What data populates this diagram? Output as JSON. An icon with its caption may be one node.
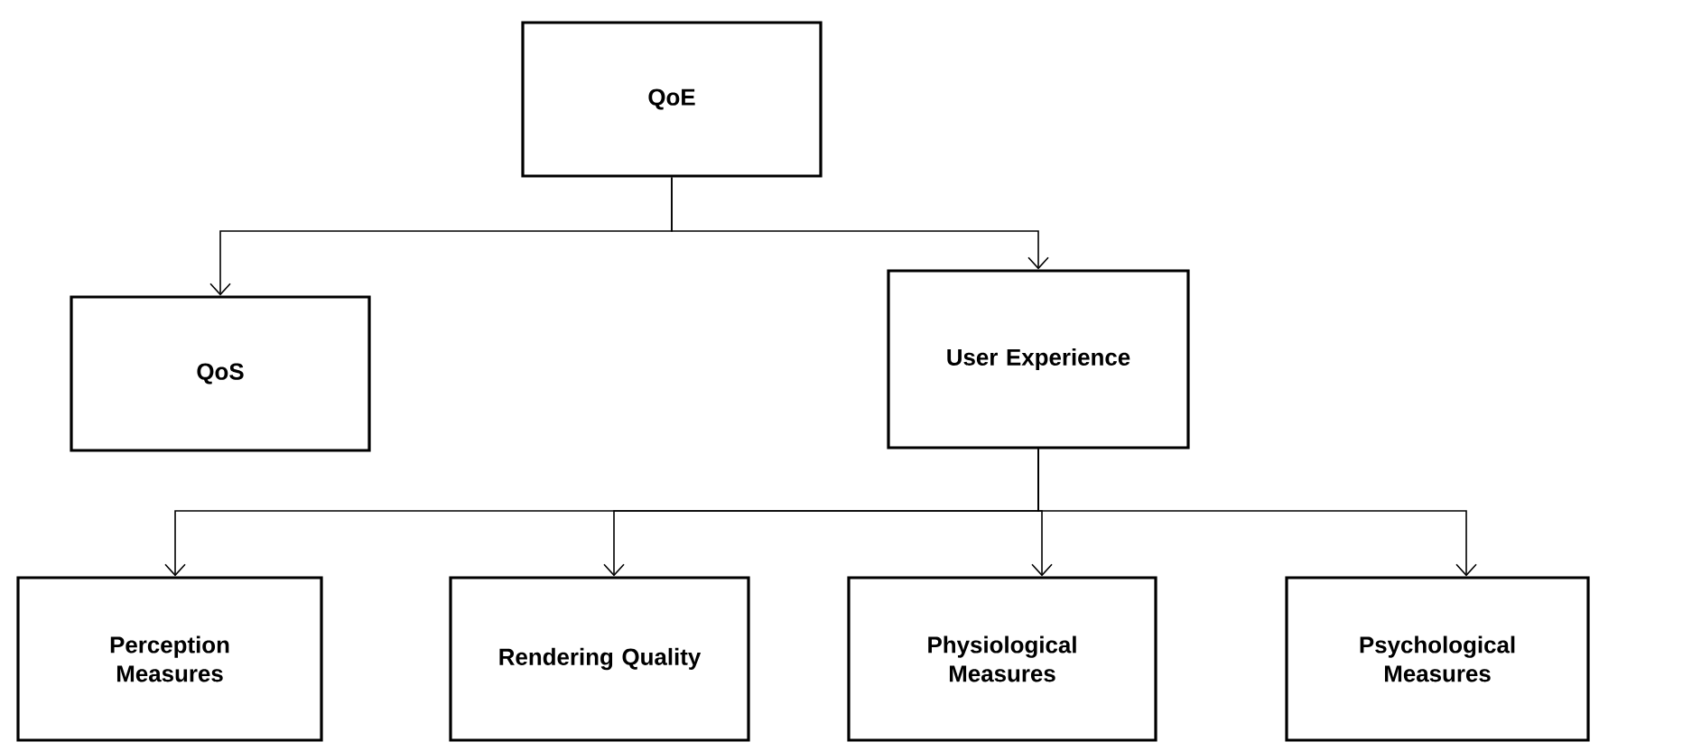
{
  "diagram": {
    "nodes": [
      {
        "text": [
          "QoE"
        ]
      },
      {
        "text": [
          "QoS"
        ]
      },
      {
        "text": [
          "User Experience"
        ]
      },
      {
        "text": [
          "Perception Measures"
        ]
      },
      {
        "text": [
          "Rendering Quality"
        ]
      },
      {
        "text": [
          "Physiological Measures"
        ]
      },
      {
        "text": [
          "Psychological Measures"
        ]
      }
    ],
    "edges": [
      {
        "from": 0,
        "to": 1,
        "arrow": "to"
      },
      {
        "from": 0,
        "to": 2,
        "arrow": "to"
      },
      {
        "from": 2,
        "to": 3,
        "arrow": "to"
      },
      {
        "from": 2,
        "to": 4,
        "arrow": "to"
      },
      {
        "from": 2,
        "to": 5,
        "arrow": "to"
      },
      {
        "from": 2,
        "to": 6,
        "arrow": "to"
      }
    ]
  }
}
